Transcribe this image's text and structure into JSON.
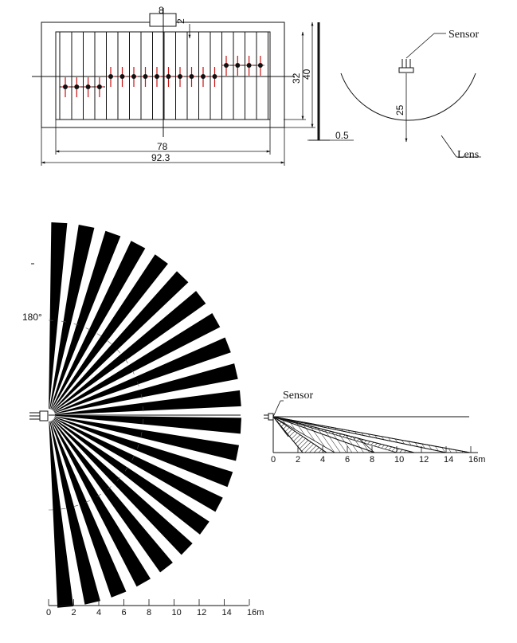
{
  "lens_top": {
    "dims": {
      "d8": "8",
      "d2": "2",
      "d32": "32",
      "d40": "40",
      "d78": "78",
      "d92": "92.3",
      "d05": "0.5"
    },
    "red_color": "#cc1111"
  },
  "side_view": {
    "sensor_label": "Sensor",
    "lens_label": "Lens",
    "depth_label": "25"
  },
  "fan": {
    "angle_label": "180°",
    "distance_ticks": [
      "0",
      "2",
      "4",
      "6",
      "8",
      "10",
      "12",
      "14",
      "16m"
    ]
  },
  "side_range": {
    "sensor_label": "Sensor",
    "distance_ticks": [
      "0",
      "2",
      "4",
      "6",
      "8",
      "10",
      "12",
      "14",
      "16m"
    ]
  }
}
